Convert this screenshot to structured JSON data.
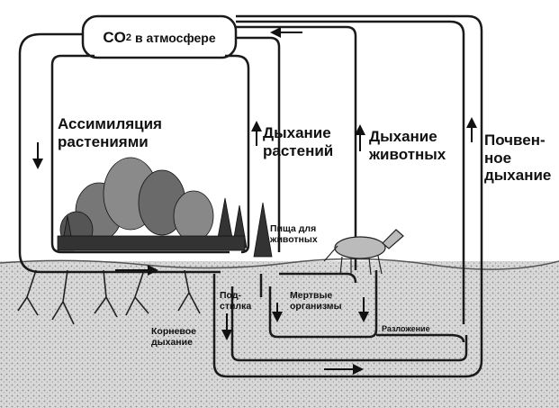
{
  "co2": {
    "formula_main": "CO",
    "formula_sub": "2",
    "suffix": " в атмосфере"
  },
  "labels": {
    "assimilation": "Ассимиляция\nрастениями",
    "plant_respiration": "Дыхание\nрастений",
    "animal_respiration": "Дыхание\nживотных",
    "soil_respiration": "Почвен-\nное\nдыхание",
    "food_for_animals": "Пища для\nживотных",
    "litter": "Под-\nстилка",
    "dead_organisms": "Мертвые\nорганизмы",
    "root_respiration": "Корневое\nдыхание",
    "decomposition": "Разложение"
  },
  "colors": {
    "outline": "#1a1a1a",
    "soil": "#c9c9c9",
    "vegetation": "#2b2b2b"
  }
}
